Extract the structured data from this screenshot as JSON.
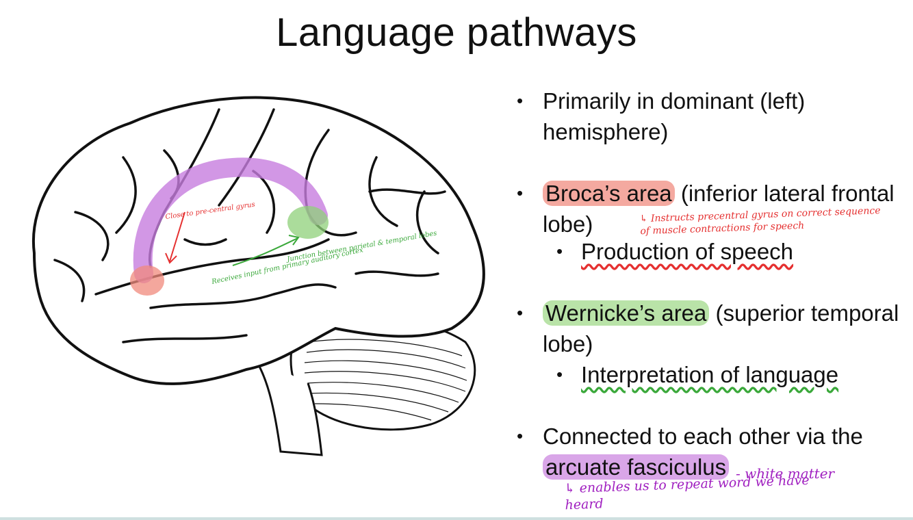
{
  "slide": {
    "title": "Language pathways"
  },
  "bullets": [
    {
      "text": "Primarily in dominant (left) hemisphere)"
    },
    {
      "highlight": "Broca’s area",
      "rest": " (inferior lateral frontal lobe)"
    },
    {
      "text": "Production of speech"
    },
    {
      "highlight": "Wernicke’s area",
      "rest": " (superior temporal lobe)"
    },
    {
      "text": "Interpretation of language"
    },
    {
      "text": "Connected to each other via the"
    },
    {
      "highlight": "arcuate fasciculus"
    }
  ],
  "annotations": {
    "broca_note": "Instructs precentral gyrus on correct sequence of muscle contractions for speech",
    "white_matter": "- white matter",
    "repeat_note": "enables us to repeat word we have heard",
    "brain_close": "Close to pre-central gyrus",
    "brain_receives": "Receives input from primary auditory cortex",
    "brain_junction": "Junction between parietal & temporal lobes"
  },
  "colors": {
    "broca": "#f4a9a0",
    "wernicke": "#b9e3a8",
    "arcuate": "#d9a6e8",
    "red_ink": "#e53030",
    "green_ink": "#3aa83a",
    "purple_ink": "#a020c0"
  }
}
